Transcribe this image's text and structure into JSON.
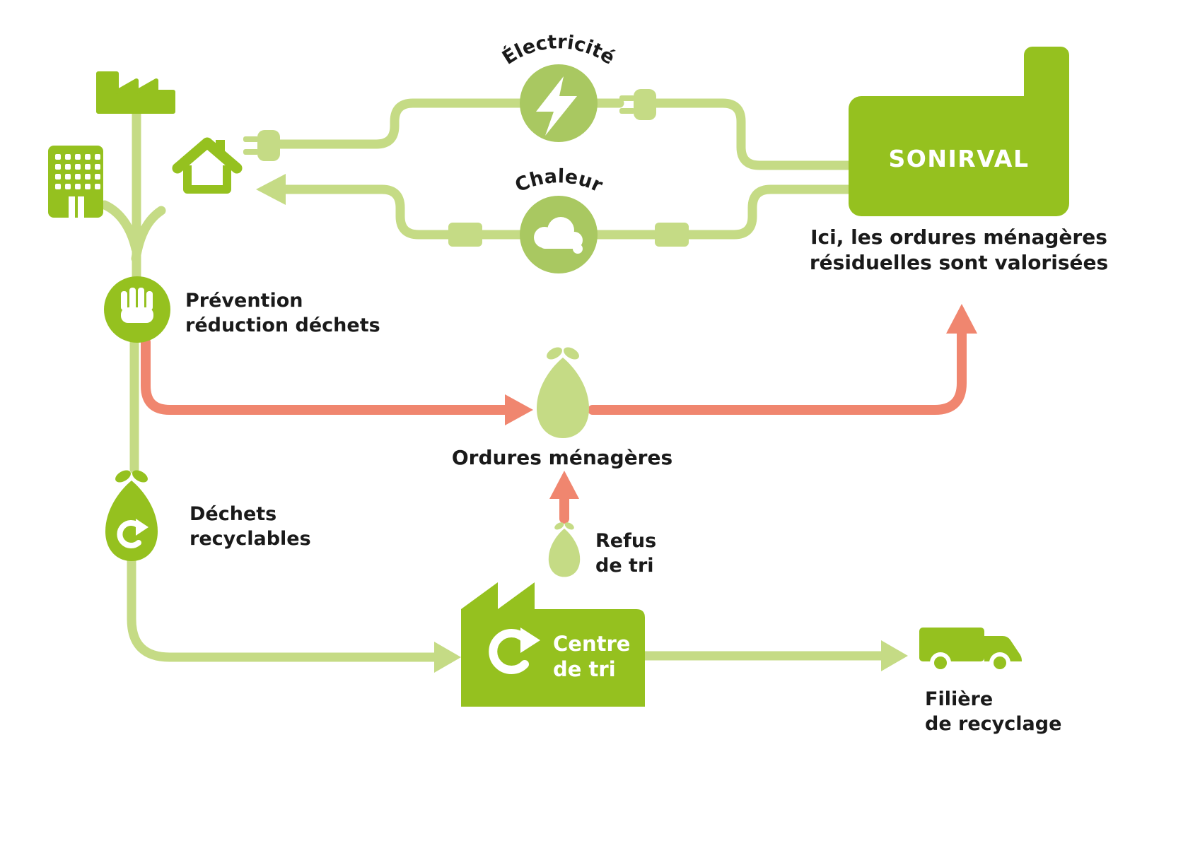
{
  "palette": {
    "green": "#95C11F",
    "light_green": "#C5DB85",
    "circle_green": "#A9C861",
    "salmon": "#F0866F",
    "text": "#1A1A1A",
    "white": "#FFFFFF"
  },
  "icons": {
    "factory-icon": "factory silhouette with sawtooth roof",
    "building-icon": "office building with windows",
    "house-icon": "house with chimney",
    "hand-icon": "raised hand (prevention / stop)",
    "lightning-icon": "electric bolt in circle",
    "cloud-icon": "steam cloud in circle",
    "plug-icon": "power plug",
    "bag-icon": "tied waste bag",
    "recycle-icon": "circular recycle arrow",
    "truck-icon": "recycling truck"
  },
  "nodes": {
    "electricity": {
      "label": "Électricité"
    },
    "heat": {
      "label": "Chaleur"
    },
    "sonirval": {
      "title": "SONIRVAL",
      "caption1": "Ici, les ordures ménagères",
      "caption2": "résiduelles sont valorisées"
    },
    "prevention": {
      "l1": "Prévention",
      "l2": "réduction déchets"
    },
    "ordures": {
      "label": "Ordures ménagères"
    },
    "refus": {
      "l1": "Refus",
      "l2": "de tri"
    },
    "recyclables": {
      "l1": "Déchets",
      "l2": "recyclables"
    },
    "centre_tri": {
      "l1": "Centre",
      "l2": "de tri"
    },
    "filiere": {
      "l1": "Filière",
      "l2": "de recyclage"
    }
  }
}
